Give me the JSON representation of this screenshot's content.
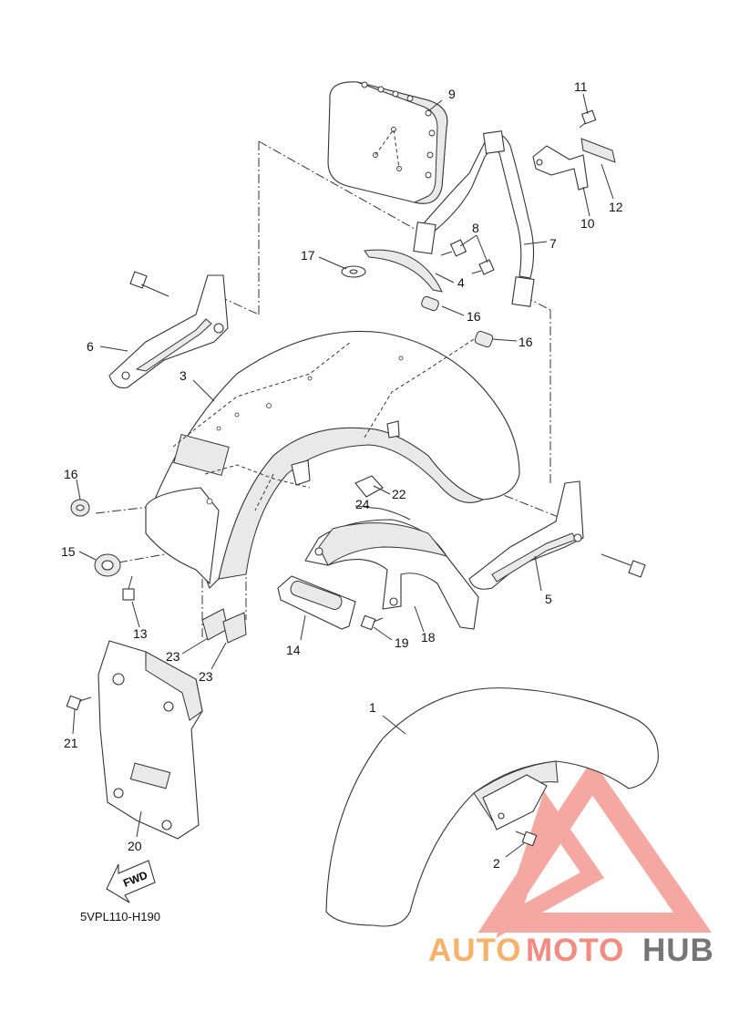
{
  "diagram": {
    "code": "5VPL110-H190",
    "fwd_label": "FWD",
    "callouts": {
      "c1": "1",
      "c2": "2",
      "c3": "3",
      "c4": "4",
      "c5": "5",
      "c6": "6",
      "c7": "7",
      "c8": "8",
      "c9": "9",
      "c10": "10",
      "c11": "11",
      "c12": "12",
      "c13": "13",
      "c14": "14",
      "c15": "15",
      "c16a": "16",
      "c16b": "16",
      "c16c": "16",
      "c17": "17",
      "c18": "18",
      "c19": "19",
      "c20": "20",
      "c21": "21",
      "c22": "22",
      "c23a": "23",
      "c23b": "23",
      "c24": "24"
    }
  },
  "watermark": {
    "part1": "AUTO",
    "part2": "MOTO",
    "part3": "HUB",
    "color1": "#f6b26b",
    "color2": "#f28b82",
    "color3": "#757575"
  }
}
